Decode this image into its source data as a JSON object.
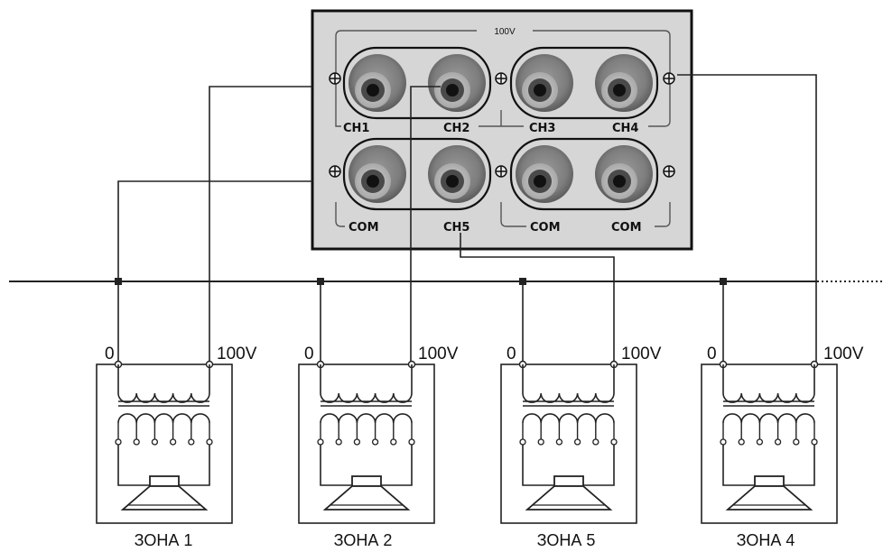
{
  "panel": {
    "top_label": "100V",
    "channels": {
      "ch1": "CH1",
      "ch2": "CH2",
      "ch3": "CH3",
      "ch4": "CH4",
      "com_a": "COM",
      "ch5": "CH5",
      "com_b": "COM",
      "com_c": "COM"
    }
  },
  "zones": [
    {
      "zero": "0",
      "hundred": "100V",
      "name": "ЗОНА 1"
    },
    {
      "zero": "0",
      "hundred": "100V",
      "name": "ЗОНА 2"
    },
    {
      "zero": "0",
      "hundred": "100V",
      "name": "ЗОНА 5"
    },
    {
      "zero": "0",
      "hundred": "100V",
      "name": "ЗОНА 4"
    }
  ]
}
